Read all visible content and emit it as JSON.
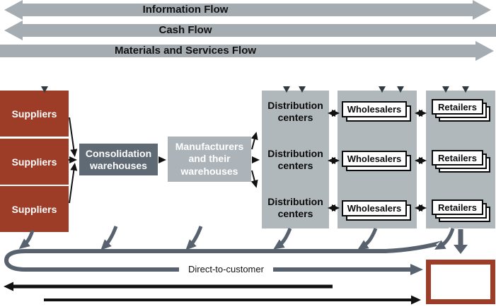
{
  "flow_bands": {
    "information": "Information Flow",
    "cash": "Cash Flow",
    "materials": "Materials and Services Flow"
  },
  "tiers": {
    "suppliers": [
      "Suppliers",
      "Suppliers",
      "Suppliers"
    ],
    "consolidation_warehouses": "Consolidation warehouses",
    "manufacturers": "Manufacturers and their warehouses",
    "distribution_centers": [
      "Distribution centers",
      "Distribution centers",
      "Distribution centers"
    ],
    "wholesalers": [
      "Wholesalers",
      "Wholesalers",
      "Wholesalers"
    ],
    "retailers": [
      "Retailers",
      "Retailers",
      "Retailers"
    ]
  },
  "annotations": {
    "direct_to_customer": "Direct-to-customer"
  },
  "colors": {
    "supplier_fill": "#9e3d27",
    "customer_box_border": "#9e3d27",
    "flow_band_gray": "#a6adb2",
    "column_gray": "#b1b8bc",
    "consolidation_fill": "#5f6a74",
    "manufacturer_fill": "#adb4b9",
    "channel_slate": "#57626e",
    "arrow_black": "#111111"
  }
}
